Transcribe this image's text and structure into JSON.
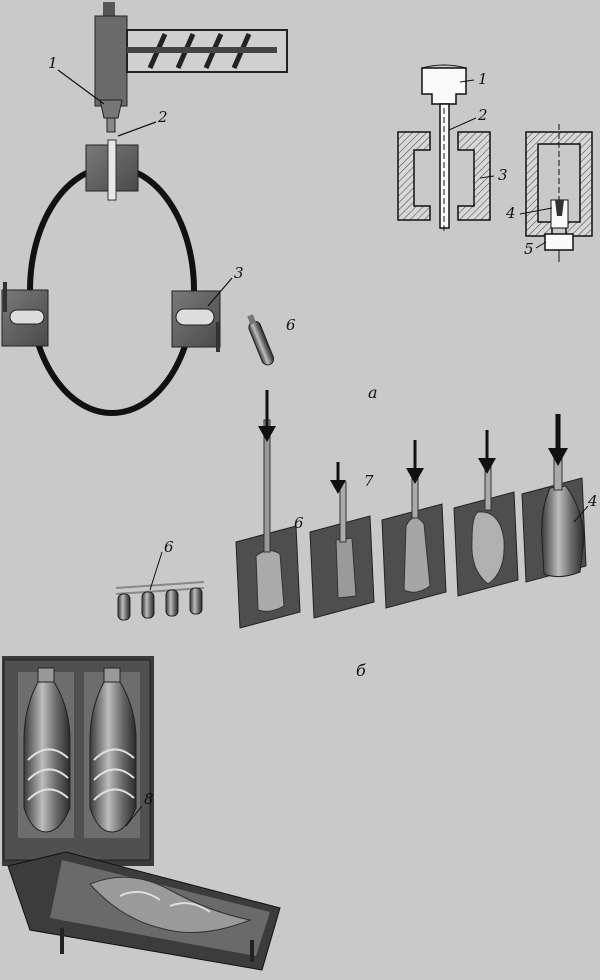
{
  "figure": {
    "labels": {
      "l1a": "1",
      "l2a": "2",
      "l3a": "3",
      "l6a": "6",
      "l1b": "1",
      "l2b": "2",
      "l3b": "3",
      "l4b": "4",
      "l5b": "5",
      "l6c": "6",
      "l7c": "7",
      "l6d": "6",
      "l4c": "4",
      "l8": "8"
    },
    "sublabels": {
      "a": "a",
      "b": "б"
    }
  },
  "colors": {
    "paper": "#c9c9c9",
    "ink": "#1a1a1a",
    "metal": "#5d5d5d",
    "light_metal": "#9a9a9a"
  }
}
